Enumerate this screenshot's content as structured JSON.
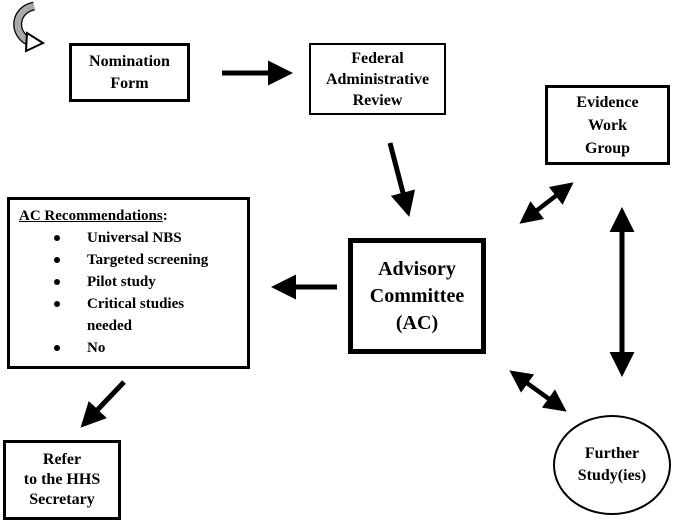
{
  "nodes": {
    "nomination": "Nomination\nForm",
    "federal_review": "Federal\nAdministrative\nReview",
    "evidence_group": "Evidence\nWork\nGroup",
    "advisory": "Advisory\nCommittee\n(AC)",
    "further_study": "Further\nStudy(ies)",
    "hhs": "Refer\nto the HHS\nSecretary"
  },
  "recommendations": {
    "title": "AC Recommendations",
    "title_suffix": ":",
    "items": [
      "Universal NBS",
      "Targeted screening",
      "Pilot study",
      "Critical studies\nneeded",
      "No"
    ]
  }
}
